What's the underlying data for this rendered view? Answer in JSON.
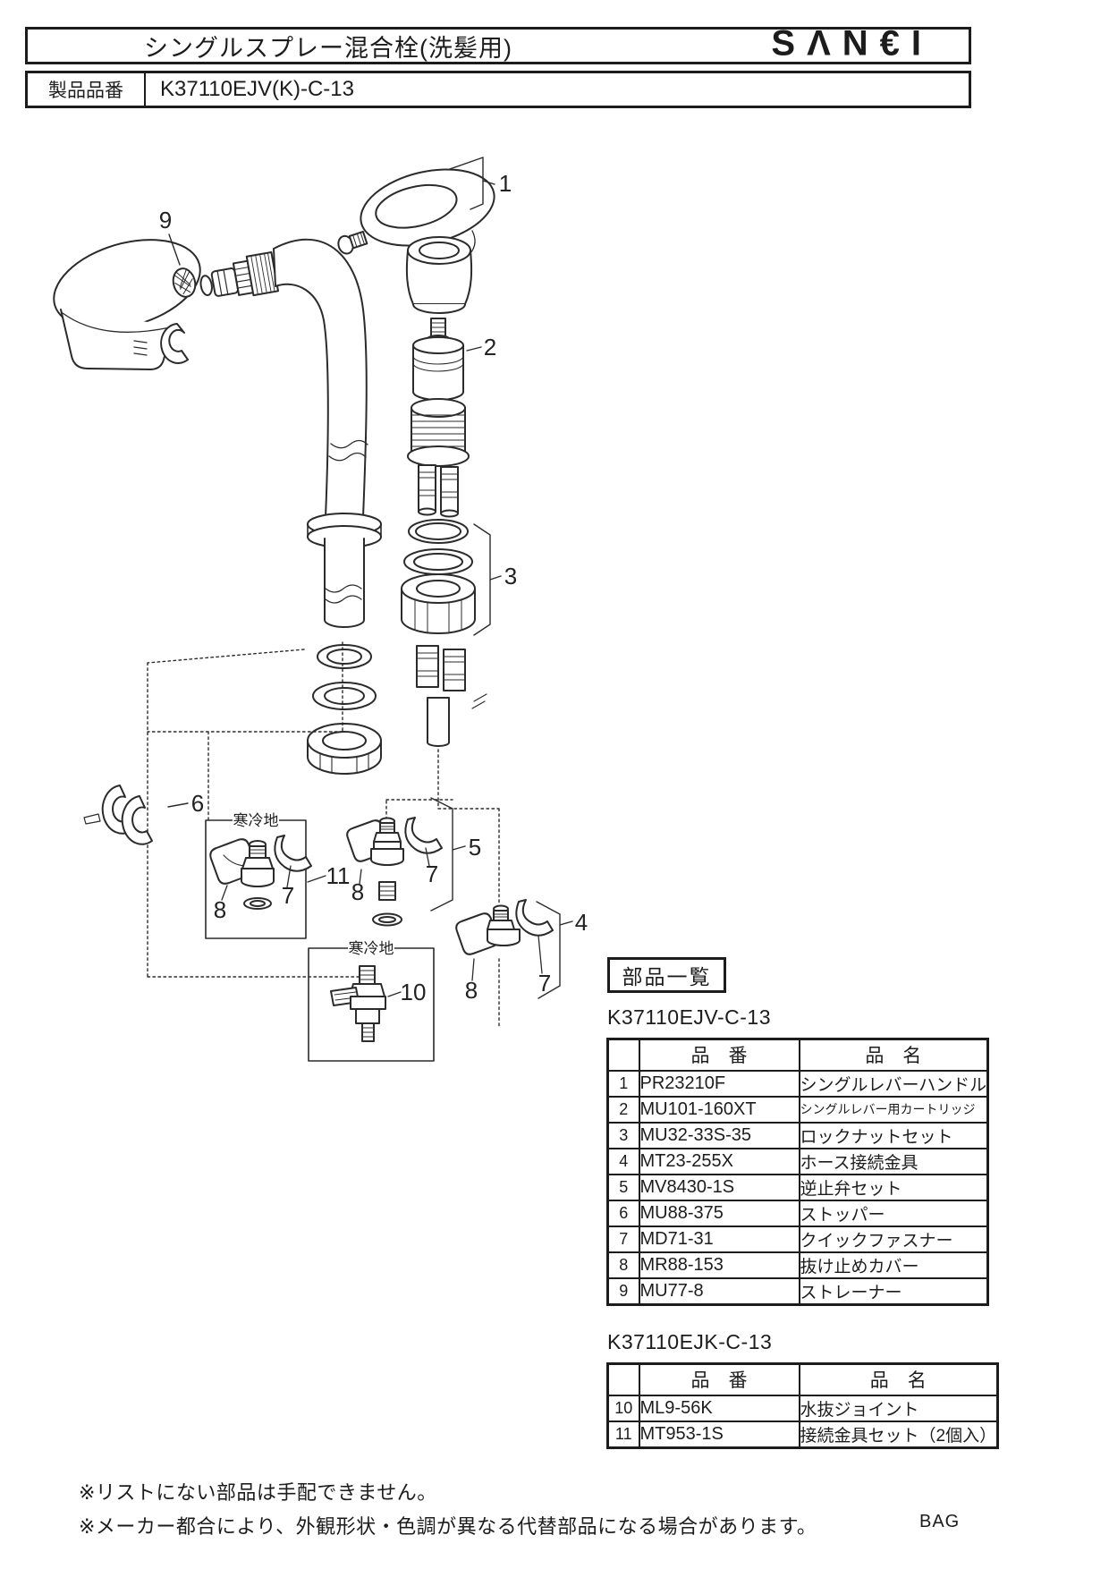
{
  "header": {
    "title": "シングルスプレー混合栓(洗髪用)",
    "logo": "SΛN€I"
  },
  "product": {
    "label": "製品品番",
    "number": "K37110EJV(K)-C-13"
  },
  "diagram": {
    "cold_region_label": "寒冷地",
    "callouts": {
      "n1": "1",
      "n2": "2",
      "n3": "3",
      "n4": "4",
      "n5": "5",
      "n6": "6",
      "n7": "7",
      "n8": "8",
      "n9": "9",
      "n10": "10",
      "n11": "11"
    }
  },
  "parts": {
    "section_title": "部品一覧",
    "columns": {
      "number": "品　番",
      "name": "品　名"
    },
    "tables": [
      {
        "model": "K37110EJV-C-13",
        "rows": [
          {
            "no": "1",
            "code": "PR23210F",
            "name": "シングルレバーハンドル"
          },
          {
            "no": "2",
            "code": "MU101-160XT",
            "name": "シングルレバー用カートリッジ"
          },
          {
            "no": "3",
            "code": "MU32-33S-35",
            "name": "ロックナットセット"
          },
          {
            "no": "4",
            "code": "MT23-255X",
            "name": "ホース接続金具"
          },
          {
            "no": "5",
            "code": "MV8430-1S",
            "name": "逆止弁セット"
          },
          {
            "no": "6",
            "code": "MU88-375",
            "name": "ストッパー"
          },
          {
            "no": "7",
            "code": "MD71-31",
            "name": "クイックファスナー"
          },
          {
            "no": "8",
            "code": "MR88-153",
            "name": "抜け止めカバー"
          },
          {
            "no": "9",
            "code": "MU77-8",
            "name": "ストレーナー"
          }
        ]
      },
      {
        "model": "K37110EJK-C-13",
        "rows": [
          {
            "no": "10",
            "code": "ML9-56K",
            "name": "水抜ジョイント"
          },
          {
            "no": "11",
            "code": "MT953-1S",
            "name": "接続金具セット（2個入）"
          }
        ]
      }
    ]
  },
  "footer": {
    "note1": "※リストにない部品は手配できません。",
    "note2": "※メーカー都合により、外観形状・色調が異なる代替部品になる場合があります。",
    "bag_label": "BAG"
  }
}
